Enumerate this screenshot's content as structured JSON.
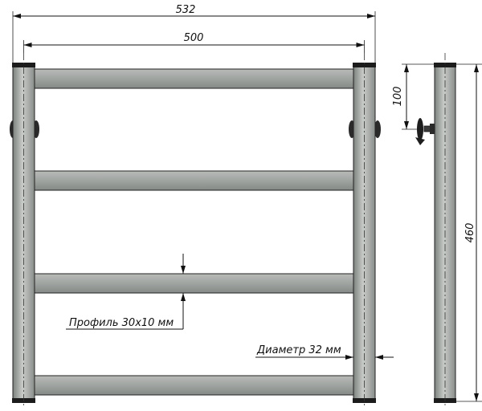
{
  "dimensions": {
    "overall_width": "532",
    "centers_width": "500",
    "mount_offset": "100",
    "height": "460"
  },
  "callouts": {
    "profile": "Профиль 30х10 мм",
    "diameter": "Диаметр 32 мм"
  },
  "colors": {
    "bar_dark": "#7a7f7c",
    "bar_light": "#c6c9c6",
    "bar_mid": "#a4a8a5",
    "cap": "#1c1c1c",
    "line": "#111111"
  }
}
